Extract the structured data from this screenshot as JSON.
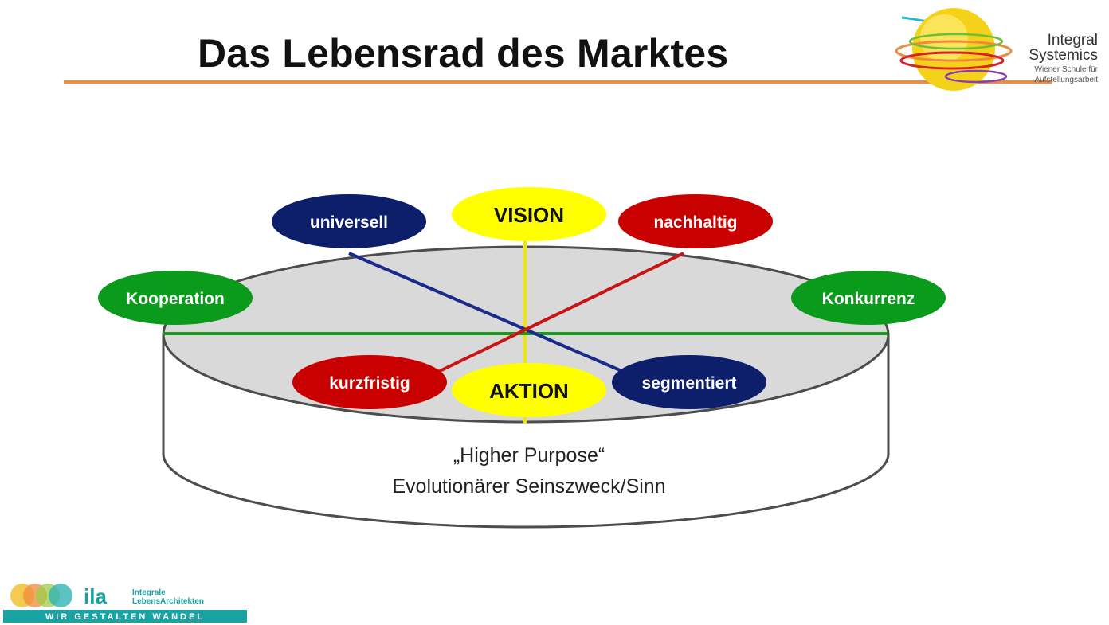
{
  "slide": {
    "title": "Das Lebensrad des Marktes"
  },
  "logos": {
    "integral_systemics": {
      "line1": "Integral",
      "line2": "Systemics",
      "line3": "Wiener Schule für",
      "line4": "Aufstellungsarbeit"
    },
    "ila": {
      "mark": "ila",
      "line1": "Integrale",
      "line2": "LebensArchitekten",
      "tagline": "WIR GESTALTEN WANDEL"
    }
  },
  "diagram": {
    "nodes": {
      "vision": {
        "label": "VISION",
        "color": "#ffff00"
      },
      "aktion": {
        "label": "AKTION",
        "color": "#ffff00"
      },
      "universell": {
        "label": "universell",
        "color": "#0d1f6b"
      },
      "segmentiert": {
        "label": "segmentiert",
        "color": "#0d1f6b"
      },
      "nachhaltig": {
        "label": "nachhaltig",
        "color": "#c80000"
      },
      "kurzfristig": {
        "label": "kurzfristig",
        "color": "#c80000"
      },
      "kooperation": {
        "label": "Kooperation",
        "color": "#0a9a1c"
      },
      "konkurrenz": {
        "label": "Konkurrenz",
        "color": "#0a9a1c"
      }
    },
    "base_text": {
      "line1": "„Higher Purpose“",
      "line2": "Evolutionärer Seinszweck/Sinn"
    },
    "colors": {
      "axis_yellow": "#f2e600",
      "axis_blue": "#1a2a8a",
      "axis_red": "#c81414",
      "axis_green": "#1a9a1a",
      "disc_top": "#d9d9d9",
      "disc_outline": "#4d4d4d",
      "title_rule": "#f08a3c"
    }
  }
}
